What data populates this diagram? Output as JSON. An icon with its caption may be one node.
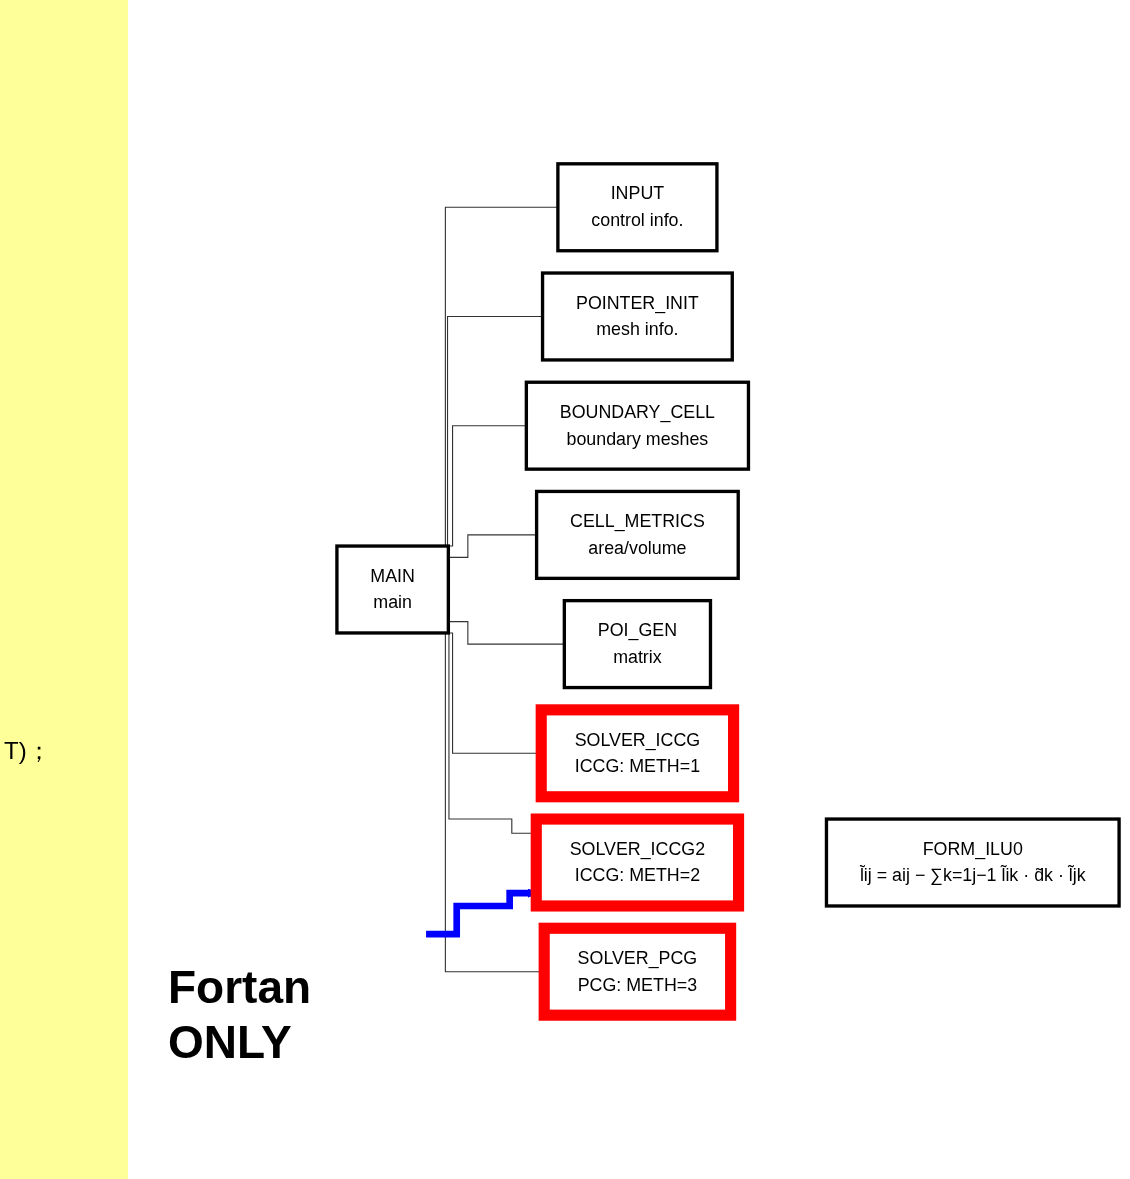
{
  "diagram": {
    "nodes": [
      {
        "text": [
          "MAIN",
          "main"
        ]
      },
      {
        "text": [
          "INPUT",
          "control info."
        ]
      },
      {
        "text": [
          "POINTER_INIT",
          "mesh info."
        ]
      },
      {
        "text": [
          "BOUNDARY_CELL",
          "boundary meshes"
        ]
      },
      {
        "text": [
          "CELL_METRICS",
          "area/volume"
        ]
      },
      {
        "text": [
          "POI_GEN",
          "matrix"
        ]
      },
      {
        "text": [
          "SOLVER_ICCG",
          "ICCG: METH=1"
        ]
      },
      {
        "text": [
          "SOLVER_ICCG2",
          "ICCG: METH=2"
        ]
      },
      {
        "text": [
          "SOLVER_PCG",
          "PCG: METH=3"
        ]
      },
      {
        "text": [
          "FORM_ILU0",
          "l̃ij = aij − ∑k=1j−1 l̃ik · d̃k · l̃jk"
        ]
      }
    ],
    "edges": [
      {
        "from": 0,
        "to": 1,
        "arrow": "none"
      },
      {
        "from": 0,
        "to": 2,
        "arrow": "none"
      },
      {
        "from": 0,
        "to": 3,
        "arrow": "none"
      },
      {
        "from": 0,
        "to": 4,
        "arrow": "none"
      },
      {
        "from": 0,
        "to": 5,
        "arrow": "none"
      },
      {
        "from": 0,
        "to": 6,
        "arrow": "none"
      },
      {
        "from": 0,
        "to": 7,
        "arrow": "none"
      },
      {
        "from": 0,
        "to": 8,
        "arrow": "none"
      },
      {
        "from": null,
        "to": 7,
        "arrow": "to",
        "style": "thick",
        "color": "#0000ff"
      }
    ],
    "labels": [
      "T)；",
      "Fortan ONLY"
    ]
  }
}
